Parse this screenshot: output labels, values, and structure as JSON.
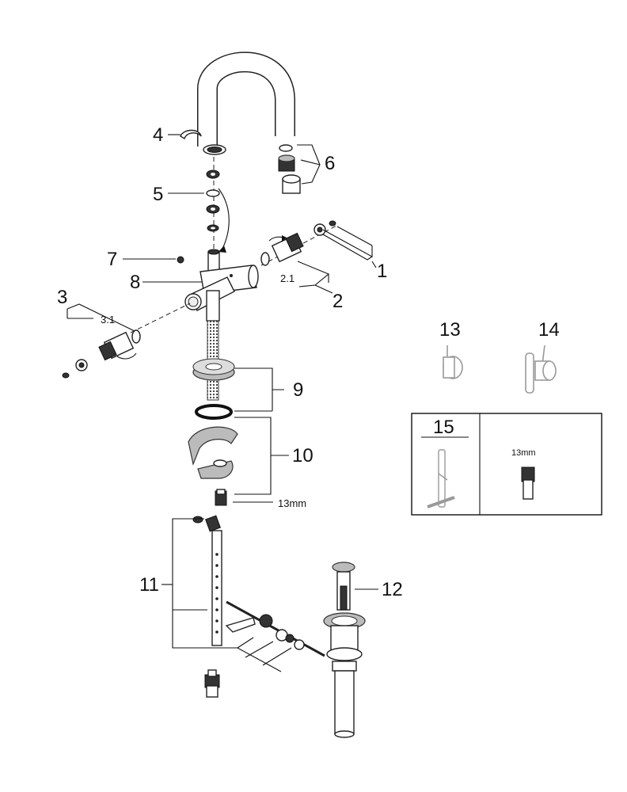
{
  "callouts": {
    "c1": "1",
    "c2": "2",
    "c2_1": "2.1",
    "c3": "3",
    "c3_1": "3.1",
    "c4": "4",
    "c5": "5",
    "c6": "6",
    "c7": "7",
    "c8": "8",
    "c9": "9",
    "c10": "10",
    "c11": "11",
    "c12": "12",
    "c13": "13",
    "c14": "14",
    "c15": "15"
  },
  "measure": {
    "nut_size": "13mm",
    "box_size": "13mm"
  }
}
